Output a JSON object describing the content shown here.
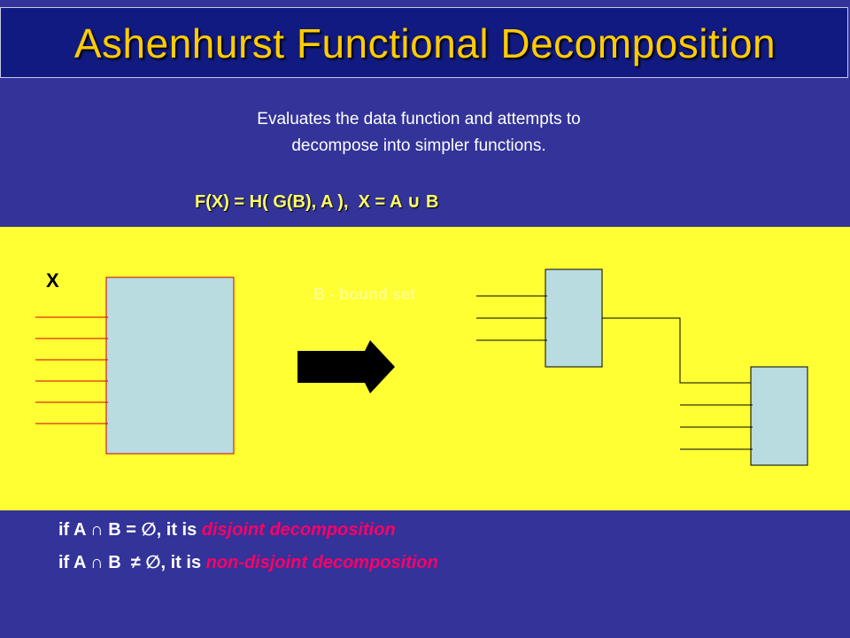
{
  "slide": {
    "title": "Ashenhurst Functional Decomposition",
    "subtitle_line1": "Evaluates the data function and attempts to",
    "subtitle_line2": "decompose into simpler functions.",
    "formula": "F(X) = H( G(B), A ),  X = A ∪ B"
  },
  "diagram": {
    "input_label": "X",
    "bound_set_label": "B - bound set",
    "arrow_icon": "right-arrow-icon",
    "colors": {
      "panel": "#ffff33",
      "block_fill": "#b8dce0",
      "orig_block_border": "#cc0000",
      "orig_lines": "#cc0000",
      "arrow": "#000000"
    }
  },
  "conditions": [
    {
      "prefix": "if A ∩ B = ∅, it is ",
      "emphasis": "disjoint decomposition"
    },
    {
      "prefix": "if A ∩ B  ≠ ∅, it is ",
      "emphasis": "non-disjoint decomposition"
    }
  ]
}
